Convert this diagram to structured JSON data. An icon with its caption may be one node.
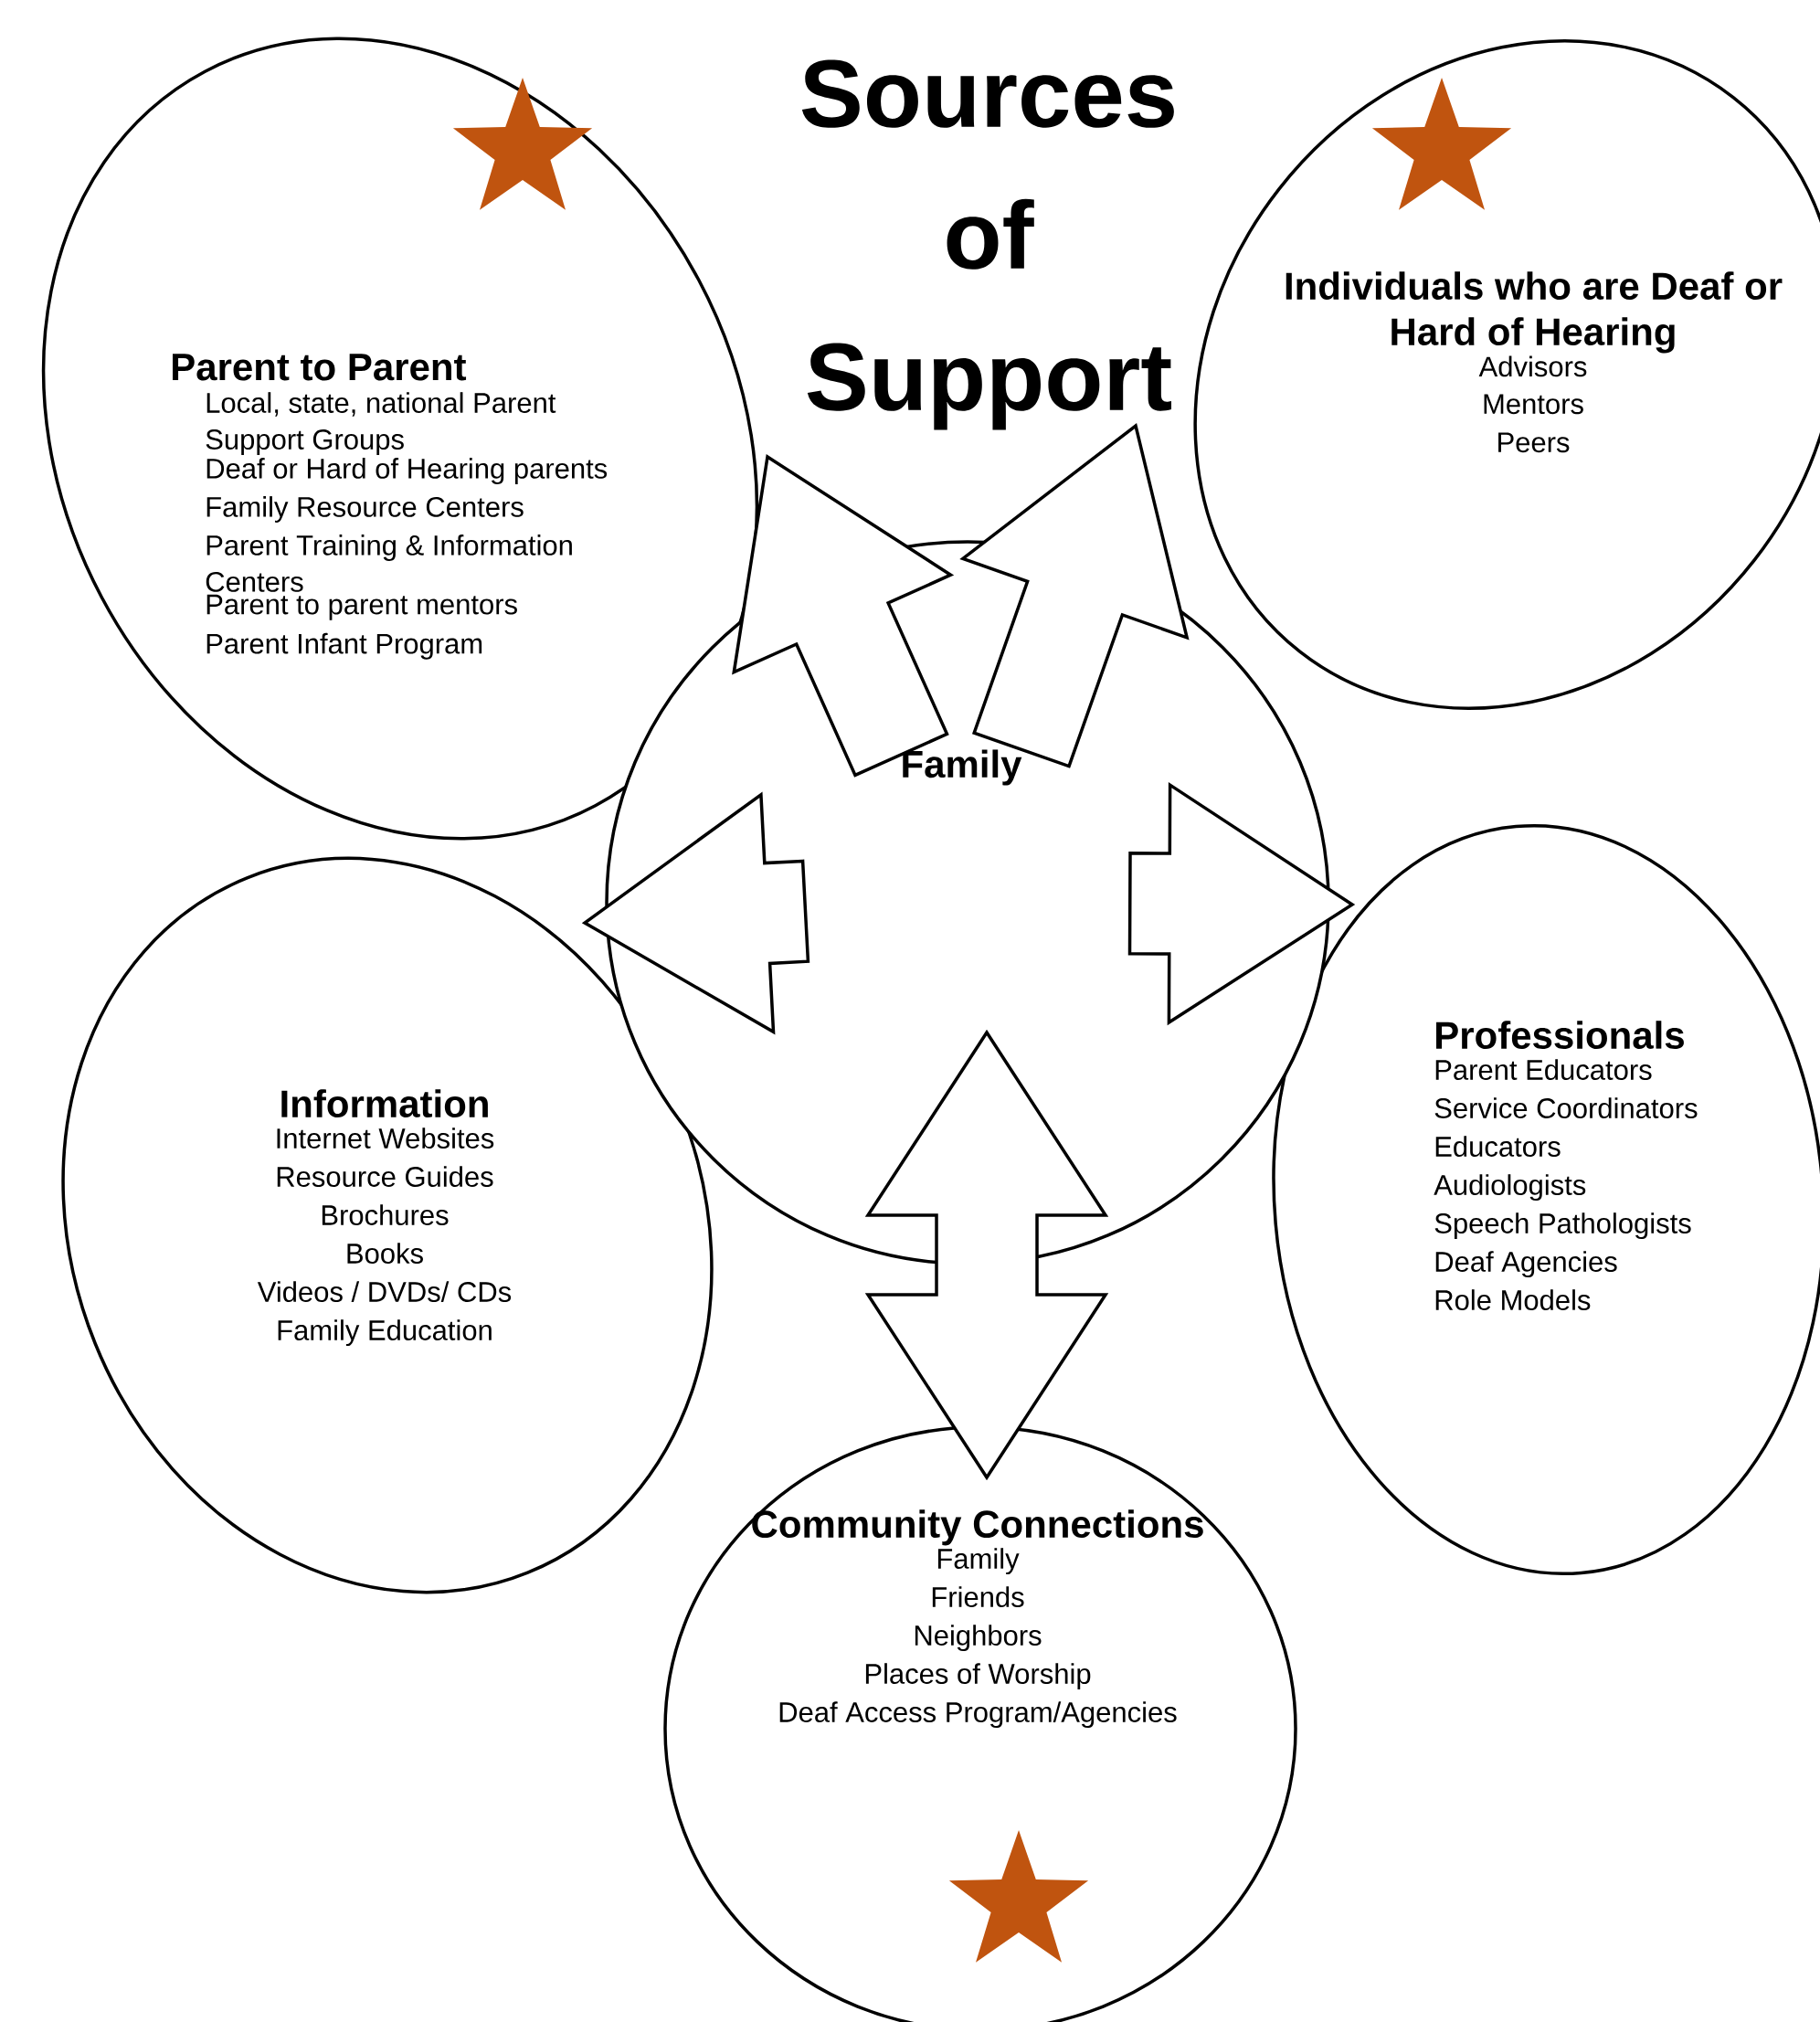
{
  "diagram": {
    "title": "Sources of Support",
    "nodes": [
      {
        "text": [
          "Parent to Parent",
          "Local, state, national Parent Support Groups",
          "Deaf or Hard of Hearing parents",
          "Family Resource Centers",
          "Parent Training & Information Centers",
          "Parent to parent mentors",
          "Parent Infant Program"
        ]
      },
      {
        "text": [
          "Individuals who are Deaf or Hard of Hearing",
          "Advisors",
          "Mentors",
          "Peers"
        ]
      },
      {
        "text": [
          "Family"
        ]
      },
      {
        "text": [
          "Information",
          "Internet Websites",
          "Resource Guides",
          "Brochures",
          "Books",
          "Videos / DVDs/ CDs",
          "Family Education"
        ]
      },
      {
        "text": [
          "Professionals",
          "Parent Educators",
          "Service Coordinators",
          "Educators",
          "Audiologists",
          "Speech Pathologists",
          "Deaf Agencies",
          "Role Models"
        ]
      },
      {
        "text": [
          "Community Connections",
          "Family",
          "Friends",
          "Neighbors",
          "Places of Worship",
          "Deaf Access Program/Agencies"
        ]
      }
    ],
    "edges": [
      {
        "from": 2,
        "to": 0,
        "arrow": "to"
      },
      {
        "from": 2,
        "to": 1,
        "arrow": "to"
      },
      {
        "from": 2,
        "to": 3,
        "arrow": "to"
      },
      {
        "from": 2,
        "to": 4,
        "arrow": "to"
      },
      {
        "from": 2,
        "to": 5,
        "arrow": "both"
      }
    ]
  }
}
